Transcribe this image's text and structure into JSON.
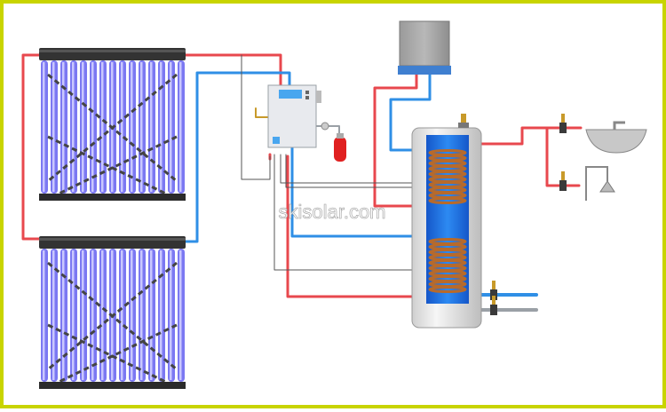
{
  "watermark": "skisolar.com",
  "colors": {
    "border": "#c8d400",
    "hot_pipe": "#e8484e",
    "cold_pipe": "#2f8fe6",
    "tube": "#7b78f2",
    "tube_light": "#c9c7ff",
    "manifold": "#333333",
    "tank": "#e6e6e6",
    "tank_inner": "#1f74e6",
    "coil": "#b86a2a",
    "expansion_tank": "#e02020",
    "valve": "#c89a2a"
  },
  "collectors": {
    "count": 2,
    "tubes_per_collector": 15
  },
  "icons": {
    "collector": "evacuated-tube-collector-icon",
    "controller": "controller-box-icon",
    "boiler": "auxiliary-heater-icon",
    "expansion": "expansion-tank-icon",
    "tank": "storage-tank-icon",
    "basin": "wash-basin-icon",
    "shower": "shower-head-icon",
    "valve": "valve-icon"
  }
}
